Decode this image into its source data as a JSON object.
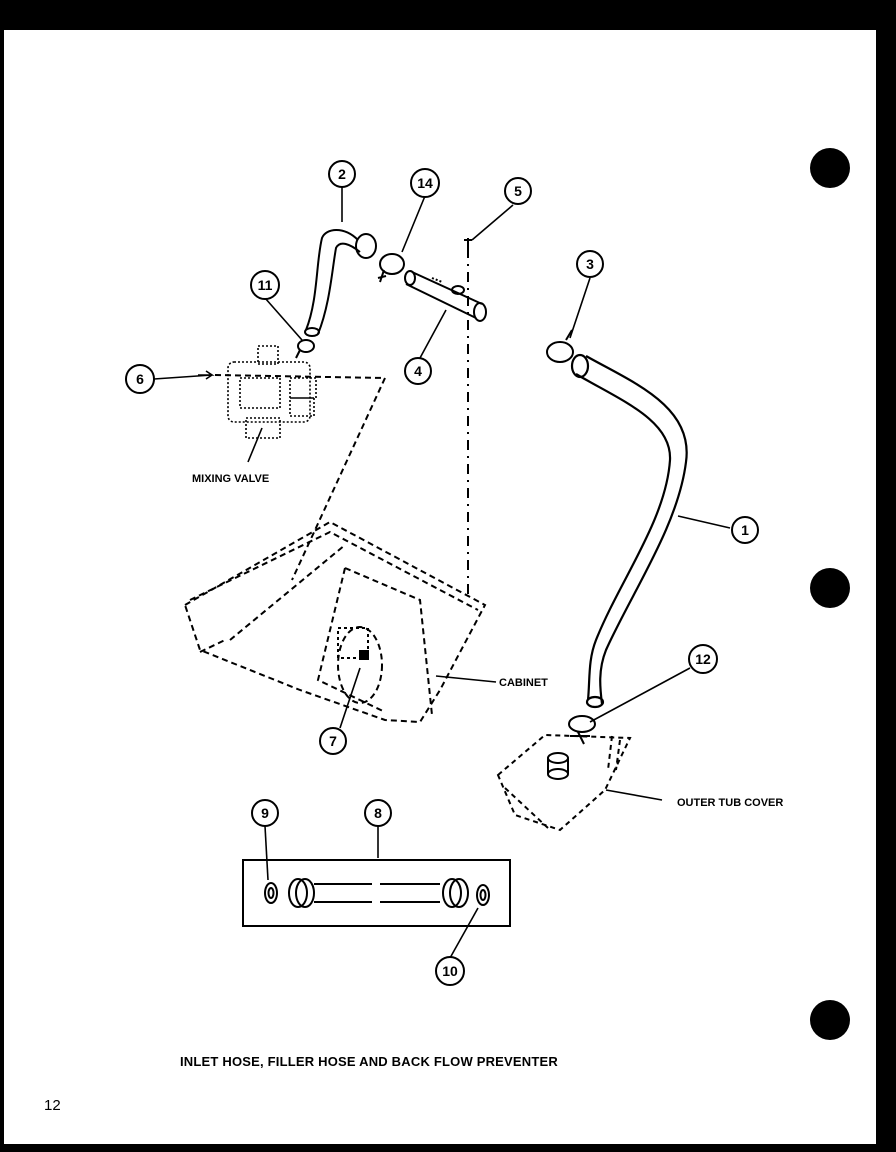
{
  "caption": "INLET HOSE, FILLER HOSE AND BACK FLOW PREVENTER",
  "page_number": "12",
  "labels": {
    "mixing_valve": "MIXING VALVE",
    "cabinet": "CABINET",
    "outer_tub_cover": "OUTER TUB COVER"
  },
  "callouts": {
    "c1": "1",
    "c2": "2",
    "c3": "3",
    "c4": "4",
    "c5": "5",
    "c6": "6",
    "c7": "7",
    "c8": "8",
    "c9": "9",
    "c10": "10",
    "c11": "11",
    "c12": "12",
    "c14": "14"
  }
}
